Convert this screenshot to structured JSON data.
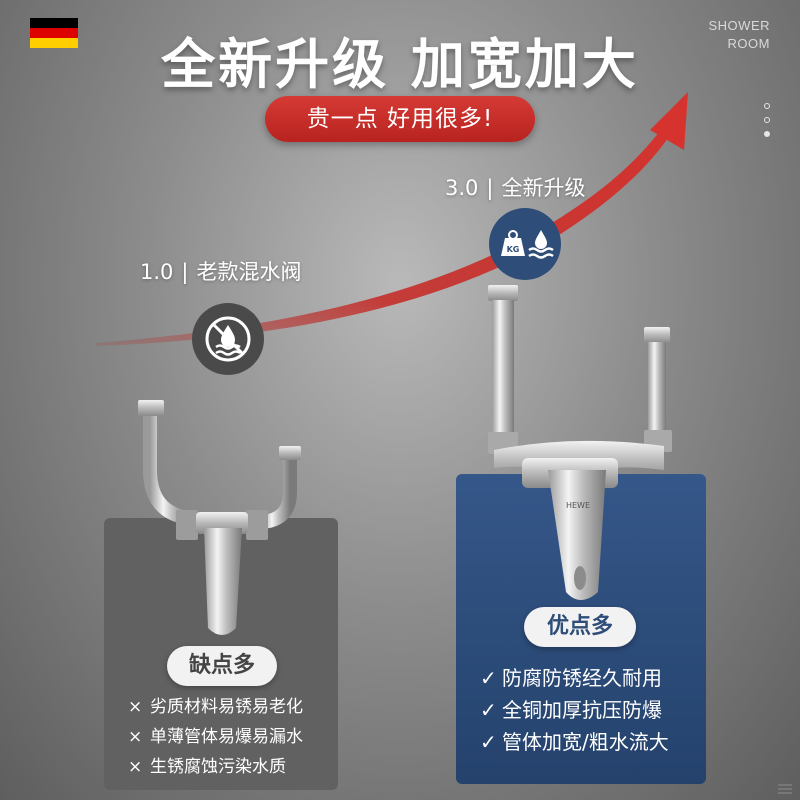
{
  "header": {
    "headline": "全新升级 加宽加大",
    "brand_line1": "SHOWER",
    "brand_line2": "ROOM",
    "flag_colors": [
      "#000000",
      "#dd0000",
      "#ffce00"
    ]
  },
  "promo": {
    "pill_text": "贵一点 好用很多!",
    "pill_color": "#c62d28"
  },
  "versions": {
    "old": {
      "number": "1.0",
      "separator": "|",
      "label": "老款混水阀",
      "icon": "no-water-icon"
    },
    "new": {
      "number": "3.0",
      "separator": "|",
      "label": "全新升级",
      "icon": "weight-water-icon",
      "icon_text": "KG"
    }
  },
  "product": {
    "brand_text": "HEWE"
  },
  "cons": {
    "title": "缺点多",
    "mark": "×",
    "items": [
      "劣质材料易锈易老化",
      "单薄管体易爆易漏水",
      "生锈腐蚀污染水质"
    ]
  },
  "pros": {
    "title": "优点多",
    "mark": "✓",
    "items": [
      "防腐防锈经久耐用",
      "全铜加厚抗压防爆",
      "管体加宽/粗水流大"
    ]
  },
  "colors": {
    "accent_red": "#c62d28",
    "panel_blue": "#2e4d78",
    "panel_gray": "#616161"
  }
}
